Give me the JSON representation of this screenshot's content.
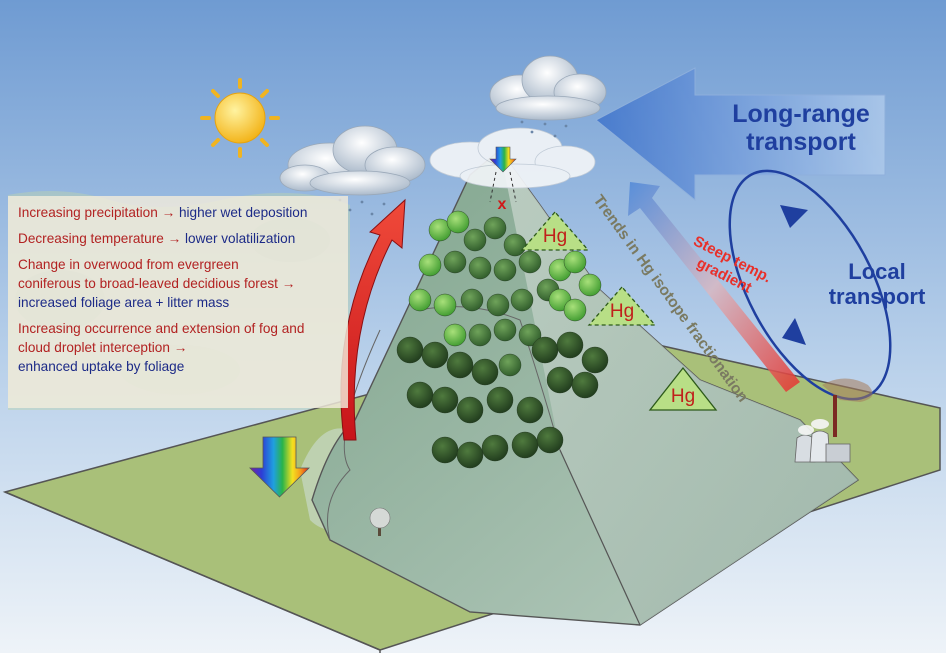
{
  "panel": {
    "lines": [
      {
        "cause": "Increasing precipitation",
        "arrow": "→",
        "effect": "higher wet deposition"
      },
      {
        "cause": "Decreasing temperature",
        "arrow": "→",
        "effect": "lower volatilization"
      },
      {
        "cause": "Change in overwood from evergreen",
        "arrow": "",
        "effect": ""
      },
      {
        "cause": "coniferous to broad-leaved decidious forest",
        "arrow": "→",
        "effect": ""
      },
      {
        "cause": "",
        "arrow": "",
        "effect": "increased foliage area + litter mass"
      },
      {
        "cause": "Increasing occurrence and extension of fog and",
        "arrow": "",
        "effect": ""
      },
      {
        "cause": "cloud droplet interception",
        "arrow": "→",
        "effect": ""
      },
      {
        "cause": "",
        "arrow": "",
        "effect": "enhanced uptake by foliage"
      }
    ]
  },
  "labels": {
    "long_range_line1": "Long-range",
    "long_range_line2": "transport",
    "local_line1": "Local",
    "local_line2": "transport",
    "steep_line1": "Steep temp.",
    "steep_line2": "gradient",
    "trend": "Trends in Hg isotope fractionation",
    "hg1": "Hg",
    "hg2": "Hg",
    "hg3": "Hg",
    "summit_mark": "x"
  },
  "colors": {
    "sky_top": "#6f9bd2",
    "sky_bottom": "#eef3f8",
    "ground": "#a9c079",
    "mountain": "#b5c9be",
    "cause_text": "#b22222",
    "effect_text": "#1c2a87",
    "transport_blue": "#1f3f9f",
    "hg_triangle": "#b8df86"
  },
  "icons": [
    "sun-icon",
    "cloud-icon",
    "rainbow-gradient-arrow-icon",
    "power-plant-icon",
    "tree-icon"
  ]
}
